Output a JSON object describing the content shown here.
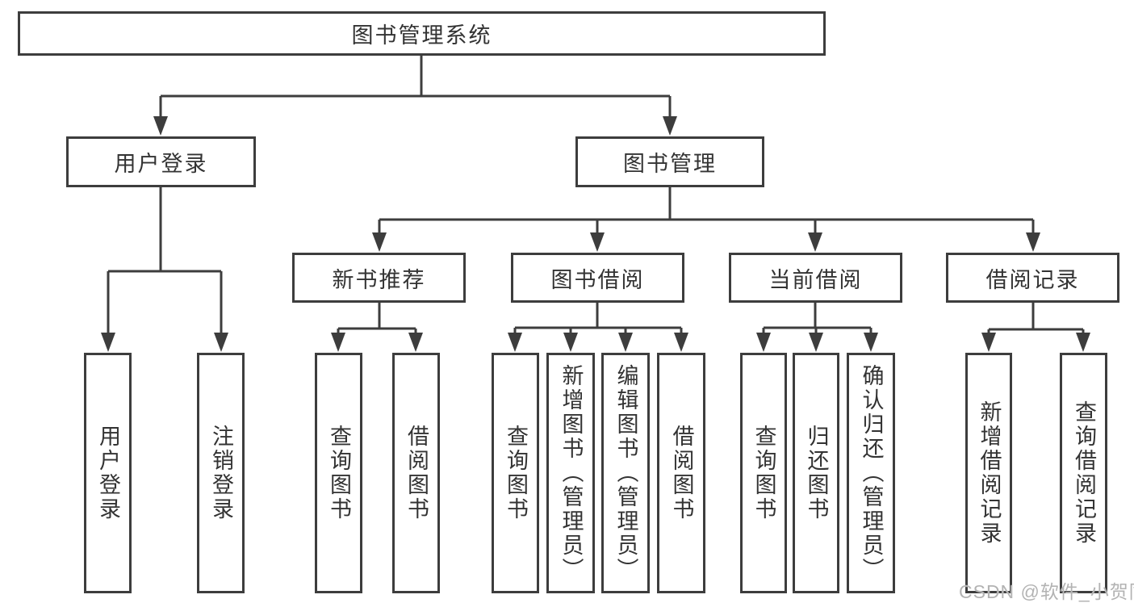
{
  "colors": {
    "line": "#3d3d3d",
    "text": "#333333",
    "watermark": "#b3b3b3"
  },
  "diagram": {
    "title": "图书管理系统",
    "root": {
      "label": "图书管理系统",
      "children": [
        {
          "label": "用户登录",
          "children": [
            {
              "label": "用户登录"
            },
            {
              "label": "注销登录"
            }
          ]
        },
        {
          "label": "图书管理",
          "children": [
            {
              "label": "新书推荐",
              "children": [
                {
                  "label": "查询图书"
                },
                {
                  "label": "借阅图书"
                }
              ]
            },
            {
              "label": "图书借阅",
              "children": [
                {
                  "label": "查询图书"
                },
                {
                  "label": "新增图书（管理员）"
                },
                {
                  "label": "编辑图书（管理员）"
                },
                {
                  "label": "借阅图书"
                }
              ]
            },
            {
              "label": "当前借阅",
              "children": [
                {
                  "label": "查询图书"
                },
                {
                  "label": "归还图书"
                },
                {
                  "label": "确认归还（管理员）"
                }
              ]
            },
            {
              "label": "借阅记录",
              "children": [
                {
                  "label": "新增借阅记录"
                },
                {
                  "label": "查询借阅记录"
                }
              ]
            }
          ]
        }
      ]
    }
  },
  "watermark": {
    "text": "CSDN @软件_小贺同学"
  }
}
